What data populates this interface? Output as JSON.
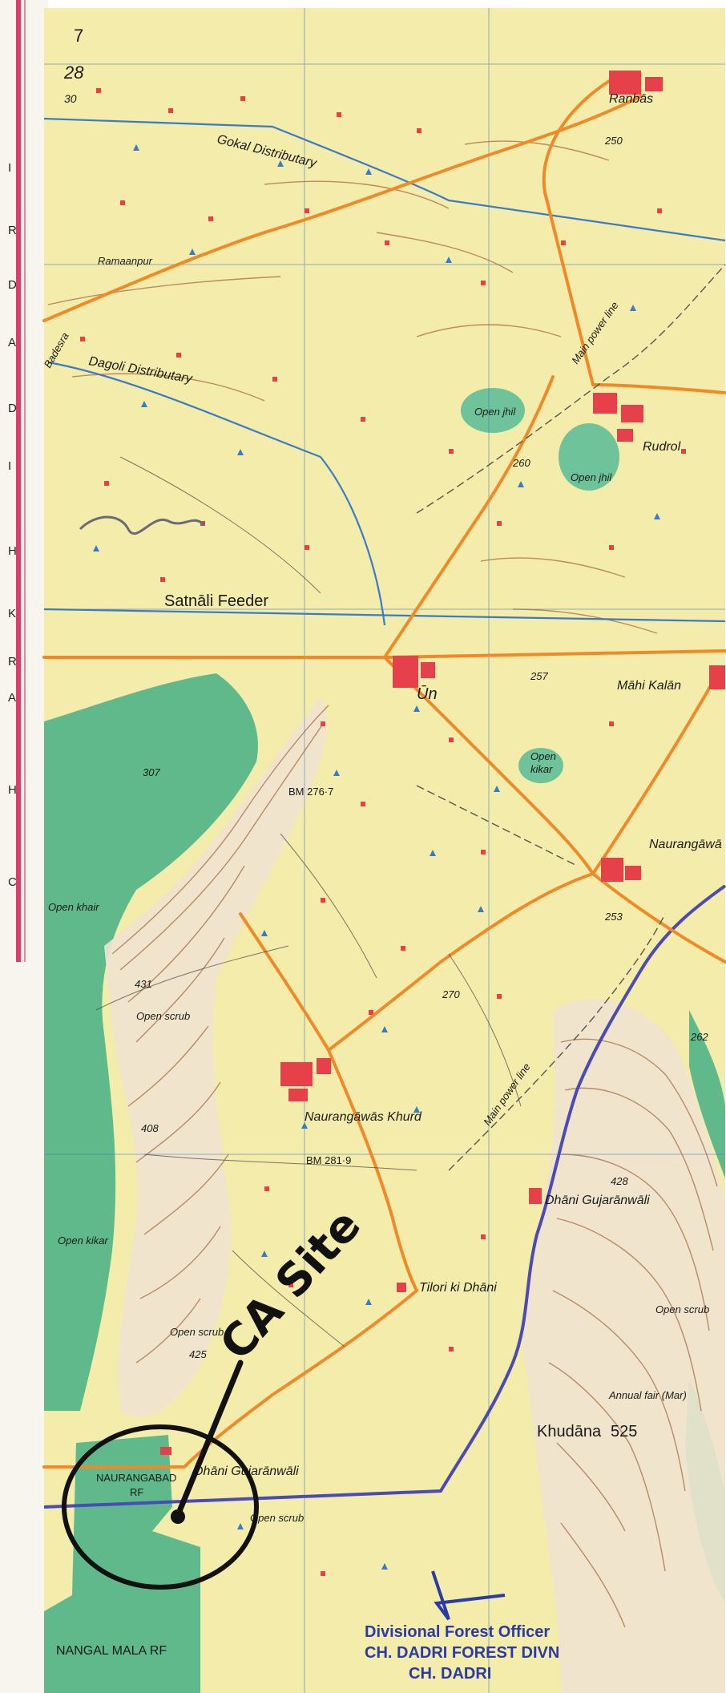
{
  "grid": {
    "top_numbers": [
      "7",
      "28",
      "30"
    ],
    "contour_numbers": [
      "257",
      "250",
      "260",
      "253",
      "270",
      "262",
      "307",
      "431",
      "408",
      "425",
      "428"
    ]
  },
  "margin_letters": [
    "C",
    "H",
    "A",
    "R",
    "K",
    "H",
    "I",
    "D",
    "A",
    "D",
    "R",
    "I"
  ],
  "place_names": {
    "ranbas": "Ranbās",
    "rudrol": "Rudrol",
    "un": "Ūn",
    "mahi_kalan": "Māhi Kalān",
    "naurangawas": "Naurangāwā",
    "naurangawas_khurd": "Naurangāwās Khurd",
    "dhani_gujaranwali_east": "Dhāni Gujarānwāli",
    "tilori_ki_dhani": "Tilori ki Dhāni",
    "khudana": "Khudāna",
    "dhani_gujaranwali_south": "Dhāni Gujarānwāli",
    "naurangabad_rf": "NAURANGABAD",
    "rf": "RF",
    "nangal_mala_rf": "NANGAL MALA RF"
  },
  "features": {
    "gokal_distributary": "Gokal Distributary",
    "dagoli_distributary": "Dagoli Distributary",
    "satnali_feeder": "Satnāli Feeder",
    "open_jhil_1": "Open jhil",
    "open_jhil_2": "Open jhil",
    "open_kikar_1": "Open",
    "open_kikar_2": "kikar",
    "open_kikar_3": "Open kikar",
    "open_khair": "Open khair",
    "open_scrub_1": "Open scrub",
    "open_scrub_2": "Open scrub",
    "open_scrub_3": "Open scrub",
    "open_scrub_4": "Open scrub",
    "main_power_line_1": "Main power line",
    "main_power_line_2": "Main power line",
    "annual_fair": "Annual fair (Mar)",
    "khudana_height": "525",
    "bm_1": "BM 276·7",
    "bm_2": "BM 281·9",
    "badesra": "Badesra",
    "ramaanpur": "Ramaanpur"
  },
  "annotations": {
    "handwritten_site": "CA Site"
  },
  "stamp": {
    "line1": "Divisional Forest Officer",
    "line2": "CH. DADRI FOREST DIVN",
    "line3": "CH. DADRI"
  },
  "colors": {
    "paper": "#f4ecaa",
    "forest": "#5fb98a",
    "contour": "#b07a55",
    "road": "#f08a28",
    "canal": "#3a7bc8",
    "boundary": "#4a4ab8",
    "village": "#e6404a",
    "margin_stripe": "#d8406a"
  }
}
